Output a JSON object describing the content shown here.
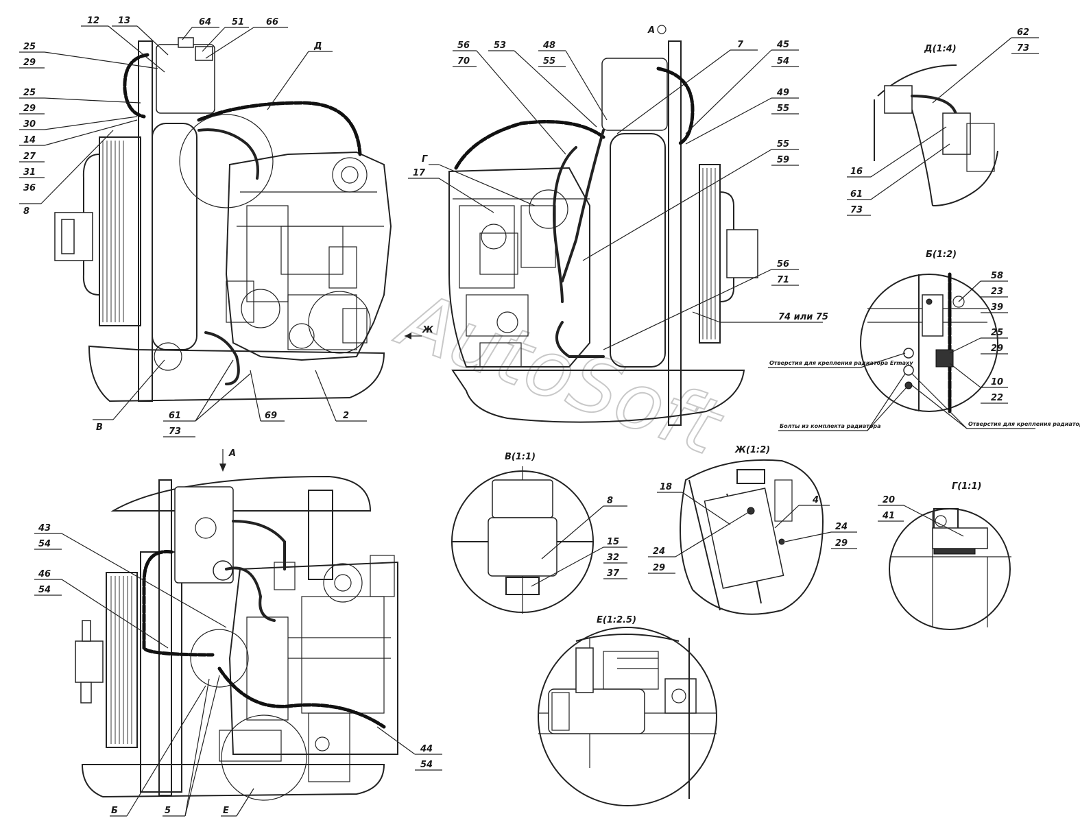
{
  "watermark": "AutoSoft",
  "views": {
    "top_left": {
      "callouts": [
        "12",
        "13",
        "64",
        "51",
        "66",
        "25",
        "29",
        "25",
        "29",
        "30",
        "14",
        "27",
        "31",
        "36",
        "8",
        "Д",
        "В",
        "61",
        "73",
        "69",
        "2",
        "Ж"
      ]
    },
    "top_center": {
      "title": "А",
      "callouts": [
        "56",
        "70",
        "53",
        "48",
        "55",
        "7",
        "45",
        "54",
        "49",
        "55",
        "Г",
        "17",
        "55",
        "59",
        "56",
        "71",
        "74 или 75"
      ]
    },
    "bottom_left": {
      "arrow_label": "А",
      "callouts": [
        "43",
        "54",
        "46",
        "54",
        "44",
        "54",
        "Б",
        "5",
        "Е"
      ]
    }
  },
  "details": {
    "D": {
      "title": "Д(1:4)",
      "callouts": [
        "62",
        "73",
        "16",
        "61",
        "73"
      ]
    },
    "B2": {
      "title": "Б(1:2)",
      "callouts": [
        "58",
        "23",
        "39",
        "25",
        "29",
        "10",
        "22"
      ],
      "notes": {
        "holes_e": "Отверстия для крепления радиатора Ermaxy",
        "holes_o": "Отверстия для крепления радиатора Orlandi",
        "bolts": "Болты из комплекта радиатора"
      }
    },
    "V": {
      "title": "В(1:1)",
      "callouts": [
        "8",
        "15",
        "32",
        "37"
      ]
    },
    "Zh": {
      "title": "Ж(1:2)",
      "callouts": [
        "18",
        "4",
        "24",
        "29",
        "24",
        "29"
      ]
    },
    "G": {
      "title": "Г(1:1)",
      "callouts": [
        "20",
        "41"
      ]
    },
    "E": {
      "title": "Е(1:2.5)"
    }
  }
}
